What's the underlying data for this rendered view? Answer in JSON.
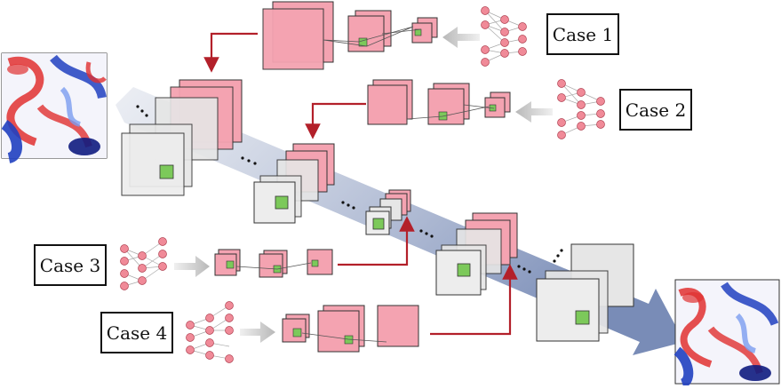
{
  "cases": [
    {
      "id": "case1",
      "label": "Case 1"
    },
    {
      "id": "case2",
      "label": "Case 2"
    },
    {
      "id": "case3",
      "label": "Case 3"
    },
    {
      "id": "case4",
      "label": "Case 4"
    }
  ],
  "ellipsis": "···",
  "colors": {
    "feature_map": "#f4a3b1",
    "feature_map_edge": "#d06070",
    "gray_map": "#e8e8e8",
    "gray_map_edge": "#666666",
    "kernel": "#7cc95a",
    "arrow_red": "#b3202a",
    "main_arrow": "#7d8fb8",
    "neuron": "#f08a98"
  }
}
